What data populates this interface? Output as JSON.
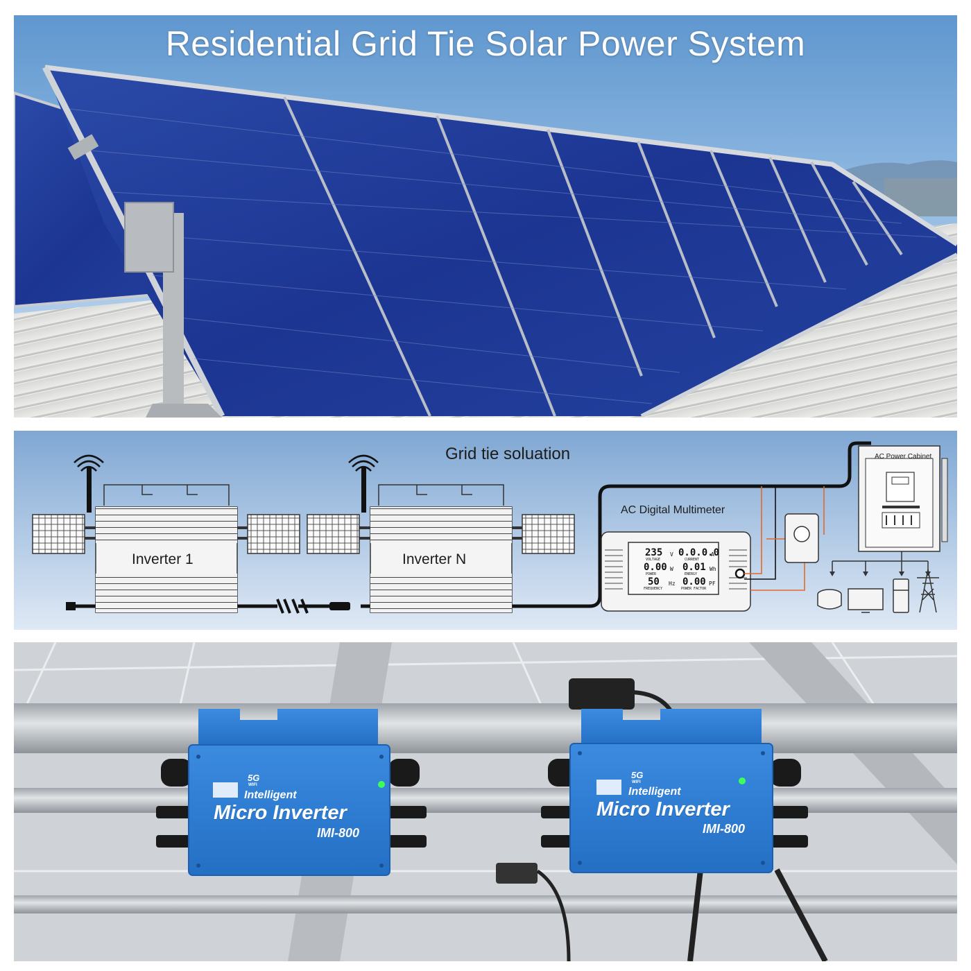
{
  "header": {
    "title": "Residential Grid Tie Solar Power System"
  },
  "diagram": {
    "title": "Grid tie soluation",
    "inverter_1": "Inverter 1",
    "inverter_n": "Inverter N",
    "meter": {
      "title": "AC Digital Multimeter",
      "voltage": "235",
      "voltage_unit": "V",
      "voltage_caption": "VOLTAGE",
      "current": "0.0.0.0",
      "current_unit": "A",
      "current_caption": "CURRENT",
      "power": "0.00",
      "power_unit": "W",
      "power_caption": "POWER",
      "energy": "0.01",
      "energy_unit": "Wh",
      "energy_caption": "ENERGY",
      "frequency": "50",
      "frequency_unit": "Hz",
      "frequency_caption": "FREQUENCY",
      "power_factor": "0.00",
      "power_factor_unit": "PF",
      "power_factor_caption": "POWER FACTOR"
    },
    "cabinet": {
      "title": "AC Power Cabinet"
    }
  },
  "products": [
    {
      "badge": "5G",
      "badge_sub": "WIFI",
      "tagline": "Intelligent",
      "name": "Micro Inverter",
      "model": "IMI-800"
    },
    {
      "badge": "5G",
      "badge_sub": "WIFI",
      "tagline": "Intelligent",
      "name": "Micro Inverter",
      "model": "IMI-800"
    }
  ],
  "colors": {
    "inverter_blue": "#2f7fd6",
    "panel_blue": "#1f3b9a",
    "cable_orange": "#e06a2c",
    "status_led": "#3cff5a"
  }
}
